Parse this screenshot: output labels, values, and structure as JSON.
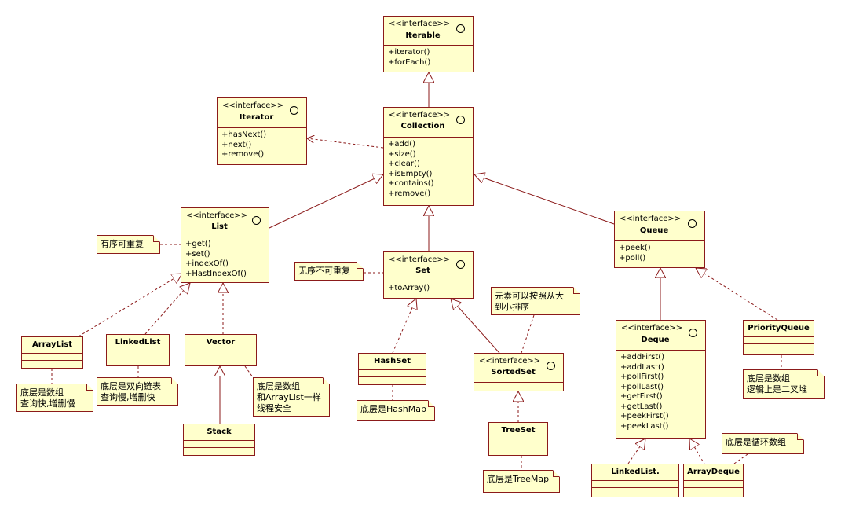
{
  "interfaces": {
    "iterable": {
      "stereotype": "<<interface>>",
      "name": "Iterable",
      "methods": [
        "+iterator()",
        "+forEach()"
      ]
    },
    "iterator": {
      "stereotype": "<<interface>>",
      "name": "Iterator",
      "methods": [
        "+hasNext()",
        "+next()",
        "+remove()"
      ]
    },
    "collection": {
      "stereotype": "<<interface>>",
      "name": "Collection",
      "methods": [
        "+add()",
        "+size()",
        "+clear()",
        "+isEmpty()",
        "+contains()",
        "+remove()"
      ]
    },
    "list": {
      "stereotype": "<<interface>>",
      "name": "List",
      "methods": [
        "+get()",
        "+set()",
        "+indexOf()",
        "+HastIndexOf()"
      ]
    },
    "set": {
      "stereotype": "<<interface>>",
      "name": "Set",
      "methods": [
        "+toArray()"
      ]
    },
    "queue": {
      "stereotype": "<<interface>>",
      "name": "Queue",
      "methods": [
        "+peek()",
        "+poll()"
      ]
    },
    "sortedset": {
      "stereotype": "<<interface>>",
      "name": "SortedSet",
      "methods": []
    },
    "deque": {
      "stereotype": "<<interface>>",
      "name": "Deque",
      "methods": [
        "+addFirst()",
        "+addLast()",
        "+pollFirst()",
        "+pollLast()",
        "+getFirst()",
        "+getLast()",
        "+peekFirst()",
        "+peekLast()"
      ]
    }
  },
  "classes": {
    "arraylist": {
      "name": "ArrayList"
    },
    "linkedlist": {
      "name": "LinkedList"
    },
    "vector": {
      "name": "Vector"
    },
    "stack": {
      "name": "Stack"
    },
    "hashset": {
      "name": "HashSet"
    },
    "treeset": {
      "name": "TreeSet"
    },
    "priorityqueue": {
      "name": "PriorityQueue"
    },
    "linkedlist2": {
      "name": "LinkedList."
    },
    "arraydeque": {
      "name": "ArrayDeque"
    }
  },
  "notes": {
    "list": [
      "有序可重复"
    ],
    "set": [
      "无序不可重复"
    ],
    "sortedset": [
      "元素可以按照从大",
      "到小排序"
    ],
    "arraylist": [
      "底层是数组",
      "查询快,增删慢"
    ],
    "linkedlist": [
      "底层是双向链表",
      "查询慢,增删快"
    ],
    "vector": [
      "底层是数组",
      "和ArrayList一样",
      "线程安全"
    ],
    "hashset": [
      "底层是HashMap"
    ],
    "treeset": [
      "底层是TreeMap"
    ],
    "priorityqueue": [
      "底层是数组",
      "逻辑上是二叉堆"
    ],
    "arraydeque": [
      "底层是循环数组"
    ]
  },
  "colors": {
    "fill": "#ffffcc",
    "stroke": "#8b1a1a"
  }
}
